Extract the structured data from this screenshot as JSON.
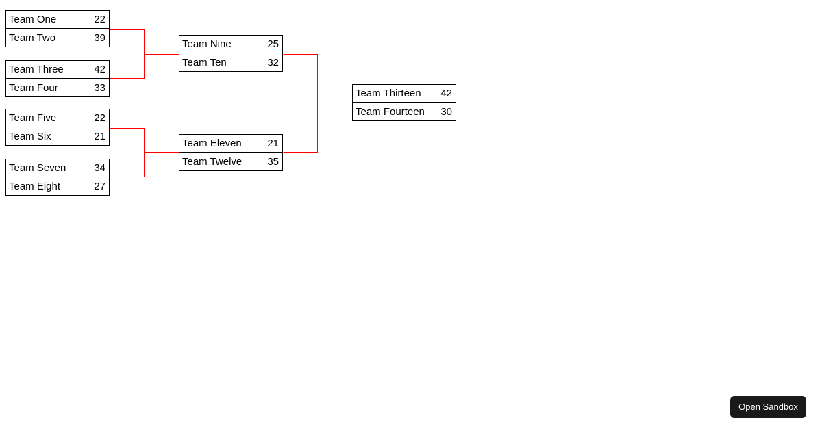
{
  "theme": {
    "background": "#ffffff",
    "box_border": "#000000",
    "connector_line": "#ff0000",
    "text": "#000000",
    "button_background": "#1a1a1a",
    "button_text": "#ffffff"
  },
  "bracket": {
    "rounds": [
      {
        "name": "round-1",
        "matches": [
          {
            "id": "r1-1",
            "seeds": [
              {
                "name": "Team One",
                "score": "22"
              },
              {
                "name": "Team Two",
                "score": "39"
              }
            ]
          },
          {
            "id": "r1-2",
            "seeds": [
              {
                "name": "Team Three",
                "score": "42"
              },
              {
                "name": "Team Four",
                "score": "33"
              }
            ]
          },
          {
            "id": "r1-3",
            "seeds": [
              {
                "name": "Team Five",
                "score": "22"
              },
              {
                "name": "Team Six",
                "score": "21"
              }
            ]
          },
          {
            "id": "r1-4",
            "seeds": [
              {
                "name": "Team Seven",
                "score": "34"
              },
              {
                "name": "Team Eight",
                "score": "27"
              }
            ]
          }
        ]
      },
      {
        "name": "round-2",
        "matches": [
          {
            "id": "r2-1",
            "seeds": [
              {
                "name": "Team Nine",
                "score": "25"
              },
              {
                "name": "Team Ten",
                "score": "32"
              }
            ]
          },
          {
            "id": "r2-2",
            "seeds": [
              {
                "name": "Team Eleven",
                "score": "21"
              },
              {
                "name": "Team Twelve",
                "score": "35"
              }
            ]
          }
        ]
      },
      {
        "name": "round-3",
        "matches": [
          {
            "id": "r3-1",
            "seeds": [
              {
                "name": "Team Thirteen",
                "score": "42"
              },
              {
                "name": "Team Fourteen",
                "score": "30"
              }
            ]
          }
        ]
      }
    ]
  },
  "sandbox": {
    "button_label": "Open Sandbox"
  }
}
